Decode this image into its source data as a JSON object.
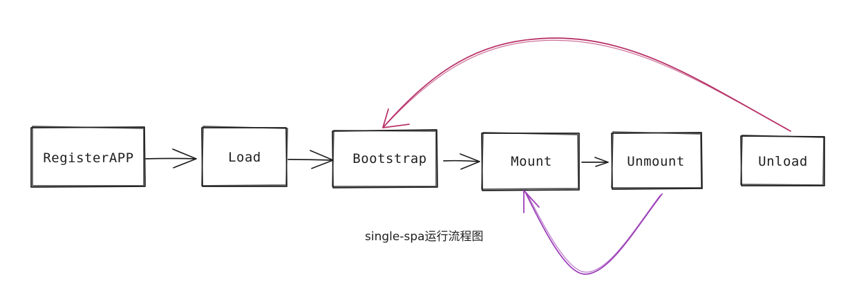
{
  "diagram": {
    "nodes": [
      {
        "id": "register-app",
        "label": "RegisterAPP"
      },
      {
        "id": "load",
        "label": "Load"
      },
      {
        "id": "bootstrap",
        "label": "Bootstrap"
      },
      {
        "id": "mount",
        "label": "Mount"
      },
      {
        "id": "unmount",
        "label": "Unmount"
      },
      {
        "id": "unload",
        "label": "Unload"
      }
    ],
    "edges": [
      {
        "from": "register-app",
        "to": "load"
      },
      {
        "from": "load",
        "to": "bootstrap"
      },
      {
        "from": "bootstrap",
        "to": "mount"
      },
      {
        "from": "mount",
        "to": "unmount"
      },
      {
        "from": "unload",
        "to": "bootstrap",
        "color": "#b83269"
      },
      {
        "from": "unmount",
        "to": "mount",
        "color": "#9c3fb8"
      }
    ],
    "caption": "single-spa运行流程图"
  }
}
